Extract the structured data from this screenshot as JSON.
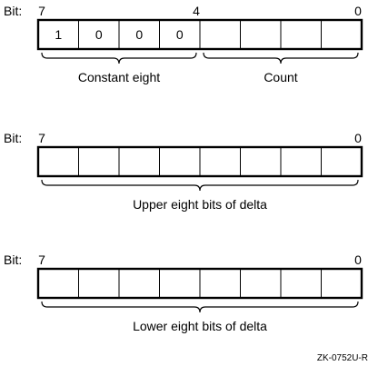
{
  "bit_prefix": "Bit:",
  "figure_id": "ZK-0752U-R",
  "registers": [
    {
      "markers": [
        "7",
        "4",
        "0"
      ],
      "cells": [
        "1",
        "0",
        "0",
        "0",
        "",
        "",
        "",
        ""
      ],
      "fields": [
        {
          "label": "Constant eight",
          "from": 0,
          "to": 3
        },
        {
          "label": "Count",
          "from": 4,
          "to": 7
        }
      ]
    },
    {
      "markers": [
        "7",
        "0"
      ],
      "cells": [
        "",
        "",
        "",
        "",
        "",
        "",
        "",
        ""
      ],
      "fields": [
        {
          "label": "Upper eight bits of delta",
          "from": 0,
          "to": 7
        }
      ]
    },
    {
      "markers": [
        "7",
        "0"
      ],
      "cells": [
        "",
        "",
        "",
        "",
        "",
        "",
        "",
        ""
      ],
      "fields": [
        {
          "label": "Lower eight bits of delta",
          "from": 0,
          "to": 7
        }
      ]
    }
  ]
}
